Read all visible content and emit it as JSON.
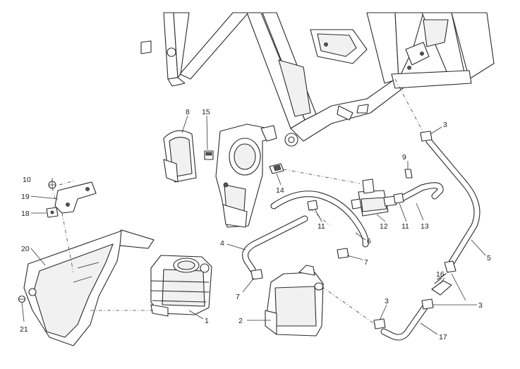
{
  "callouts": [
    {
      "id": "c1",
      "text": "1"
    },
    {
      "id": "c2",
      "text": "2"
    },
    {
      "id": "c3a",
      "text": "3"
    },
    {
      "id": "c3b",
      "text": "3"
    },
    {
      "id": "c3c",
      "text": "3"
    },
    {
      "id": "c4",
      "text": "4"
    },
    {
      "id": "c5",
      "text": "5"
    },
    {
      "id": "c6",
      "text": "6"
    },
    {
      "id": "c7a",
      "text": "7"
    },
    {
      "id": "c7b",
      "text": "7"
    },
    {
      "id": "c8",
      "text": "8"
    },
    {
      "id": "c9",
      "text": "9"
    },
    {
      "id": "c10",
      "text": "10"
    },
    {
      "id": "c11a",
      "text": "11"
    },
    {
      "id": "c11b",
      "text": "11"
    },
    {
      "id": "c12",
      "text": "12"
    },
    {
      "id": "c13",
      "text": "13"
    },
    {
      "id": "c14",
      "text": "14"
    },
    {
      "id": "c15",
      "text": "15"
    },
    {
      "id": "c16",
      "text": "16"
    },
    {
      "id": "c17",
      "text": "17"
    },
    {
      "id": "c18",
      "text": "18"
    },
    {
      "id": "c19",
      "text": "19"
    },
    {
      "id": "c20",
      "text": "20"
    },
    {
      "id": "c21",
      "text": "21"
    }
  ]
}
